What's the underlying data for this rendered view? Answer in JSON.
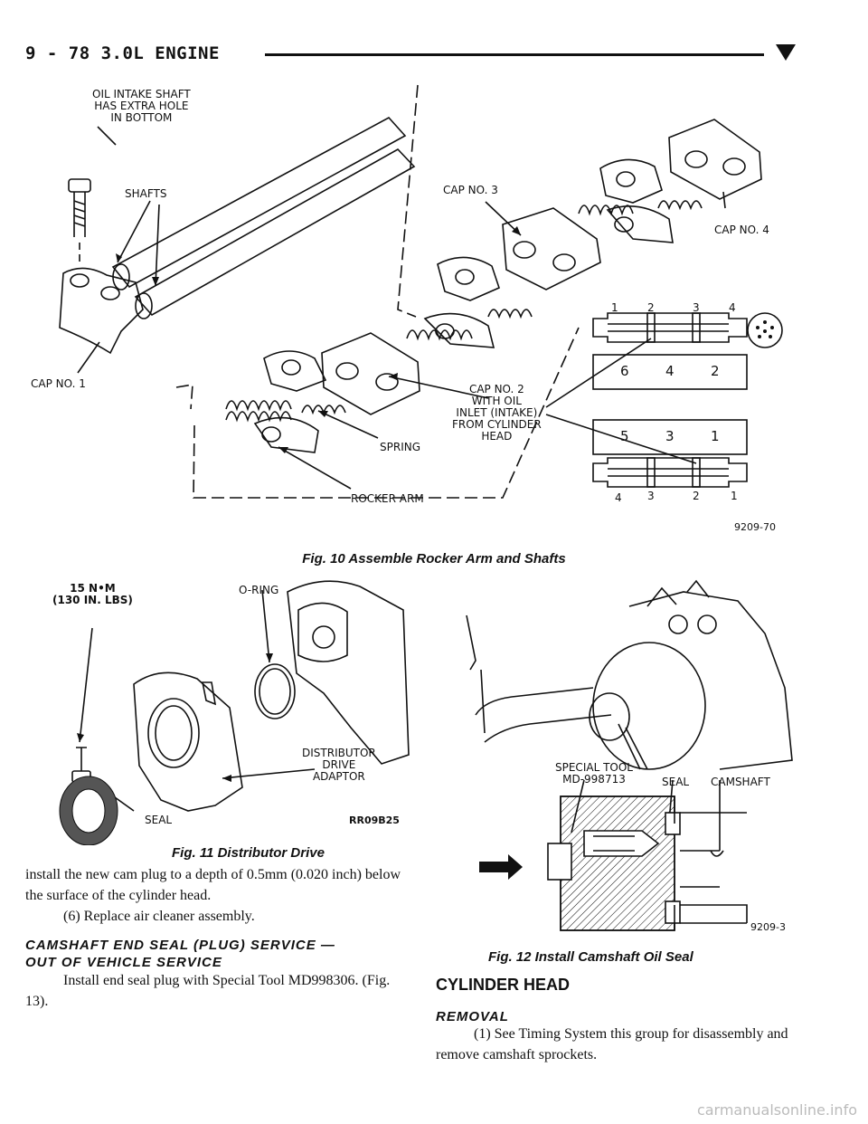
{
  "header": {
    "page_ref": "9 - 78    3.0L ENGINE"
  },
  "fig10": {
    "labels": {
      "oil_intake": "OIL INTAKE SHAFT\nHAS EXTRA HOLE\nIN BOTTOM",
      "shafts": "SHAFTS",
      "cap3": "CAP NO. 3",
      "cap4": "CAP NO. 4",
      "cap1": "CAP NO. 1",
      "cap2": "CAP NO. 2\nWITH OIL\nINLET (INTAKE)\nFROM CYLINDER\nHEAD",
      "spring": "SPRING",
      "rocker": "ROCKER ARM"
    },
    "top_numbers": [
      "1",
      "2",
      "3",
      "4"
    ],
    "row1": [
      "6",
      "4",
      "2"
    ],
    "row2": [
      "5",
      "3",
      "1"
    ],
    "bottom_numbers": [
      "4",
      "3",
      "2",
      "1"
    ],
    "code": "9209-70",
    "caption": "Fig. 10 Assemble Rocker Arm and Shafts"
  },
  "fig11": {
    "labels": {
      "torque": "15 N•m\n(130 IN. LBS)",
      "oring": "O-RING",
      "adaptor": "DISTRIBUTOR\nDRIVE\nADAPTOR",
      "seal": "SEAL"
    },
    "code": "RR09B25",
    "caption": "Fig. 11 Distributor Drive"
  },
  "fig12": {
    "labels": {
      "tool": "SPECIAL TOOL\nMD-998713",
      "seal": "SEAL",
      "camshaft": "CAMSHAFT"
    },
    "code": "9209-3",
    "caption": "Fig. 12 Install Camshaft Oil Seal"
  },
  "text": {
    "left_para1": "install the new cam plug to a depth of 0.5mm (0.020 inch) below the surface of the cylinder head.",
    "left_para2": "(6) Replace air cleaner assembly.",
    "left_heading": "CAMSHAFT END SEAL (PLUG) SERVICE —\nOUT OF VEHICLE SERVICE",
    "left_para3": "Install end seal plug with Special Tool MD998306. (Fig. 13).",
    "right_heading": "CYLINDER HEAD",
    "right_sub": "REMOVAL",
    "right_para": "(1) See Timing System this group for disassembly and remove camshaft sprockets."
  },
  "watermark": "carmanualsonline.info"
}
